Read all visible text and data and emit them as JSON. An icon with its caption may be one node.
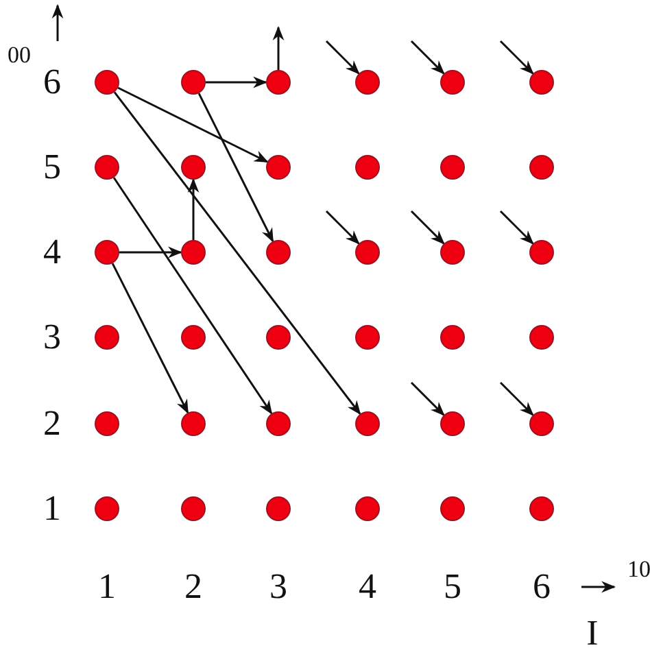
{
  "diagram": {
    "nodes": [
      {
        "text": [],
        "shape": "circle"
      },
      {
        "text": [],
        "shape": "circle"
      },
      {
        "text": [],
        "shape": "circle"
      },
      {
        "text": [],
        "shape": "circle"
      },
      {
        "text": [],
        "shape": "circle"
      },
      {
        "text": [],
        "shape": "circle"
      },
      {
        "text": [],
        "shape": "circle"
      },
      {
        "text": [],
        "shape": "circle"
      },
      {
        "text": [],
        "shape": "circle"
      },
      {
        "text": [],
        "shape": "circle"
      },
      {
        "text": [],
        "shape": "circle"
      },
      {
        "text": [],
        "shape": "circle"
      },
      {
        "text": [],
        "shape": "circle"
      },
      {
        "text": [],
        "shape": "circle"
      },
      {
        "text": [],
        "shape": "circle"
      },
      {
        "text": [],
        "shape": "circle"
      },
      {
        "text": [],
        "shape": "circle"
      },
      {
        "text": [],
        "shape": "circle"
      },
      {
        "text": [],
        "shape": "circle"
      },
      {
        "text": [],
        "shape": "circle"
      },
      {
        "text": [],
        "shape": "circle"
      },
      {
        "text": [],
        "shape": "circle"
      },
      {
        "text": [],
        "shape": "circle"
      },
      {
        "text": [],
        "shape": "circle"
      },
      {
        "text": [],
        "shape": "circle"
      },
      {
        "text": [],
        "shape": "circle"
      },
      {
        "text": [],
        "shape": "circle"
      },
      {
        "text": [],
        "shape": "circle"
      },
      {
        "text": [],
        "shape": "circle"
      },
      {
        "text": [],
        "shape": "circle"
      },
      {
        "text": [],
        "shape": "circle"
      },
      {
        "text": [],
        "shape": "circle"
      },
      {
        "text": [],
        "shape": "circle"
      },
      {
        "text": [],
        "shape": "circle"
      },
      {
        "text": [],
        "shape": "circle"
      },
      {
        "text": [],
        "shape": "circle"
      }
    ],
    "edges": [
      {
        "from": 0,
        "to": 8,
        "arrow": "to"
      },
      {
        "from": 0,
        "to": 27,
        "arrow": "to"
      },
      {
        "from": 1,
        "to": 2,
        "arrow": "to"
      },
      {
        "from": 2,
        "to": null,
        "arrow": "to"
      },
      {
        "from": 1,
        "to": 14,
        "arrow": "to"
      },
      {
        "from": 6,
        "to": 26,
        "arrow": "to"
      },
      {
        "from": 12,
        "to": 13,
        "arrow": "to"
      },
      {
        "from": 13,
        "to": 7,
        "arrow": "to"
      },
      {
        "from": 12,
        "to": 25,
        "arrow": "to"
      },
      {
        "from": null,
        "to": 3,
        "arrow": "to"
      },
      {
        "from": null,
        "to": 4,
        "arrow": "to"
      },
      {
        "from": null,
        "to": 5,
        "arrow": "to"
      },
      {
        "from": null,
        "to": 15,
        "arrow": "to"
      },
      {
        "from": null,
        "to": 16,
        "arrow": "to"
      },
      {
        "from": null,
        "to": 17,
        "arrow": "to"
      },
      {
        "from": null,
        "to": 28,
        "arrow": "to"
      },
      {
        "from": null,
        "to": 29,
        "arrow": "to"
      }
    ],
    "labels": [
      "00",
      "6",
      "5",
      "4",
      "3",
      "2",
      "1",
      "1",
      "2",
      "3",
      "4",
      "5",
      "6",
      "10",
      "I"
    ]
  }
}
